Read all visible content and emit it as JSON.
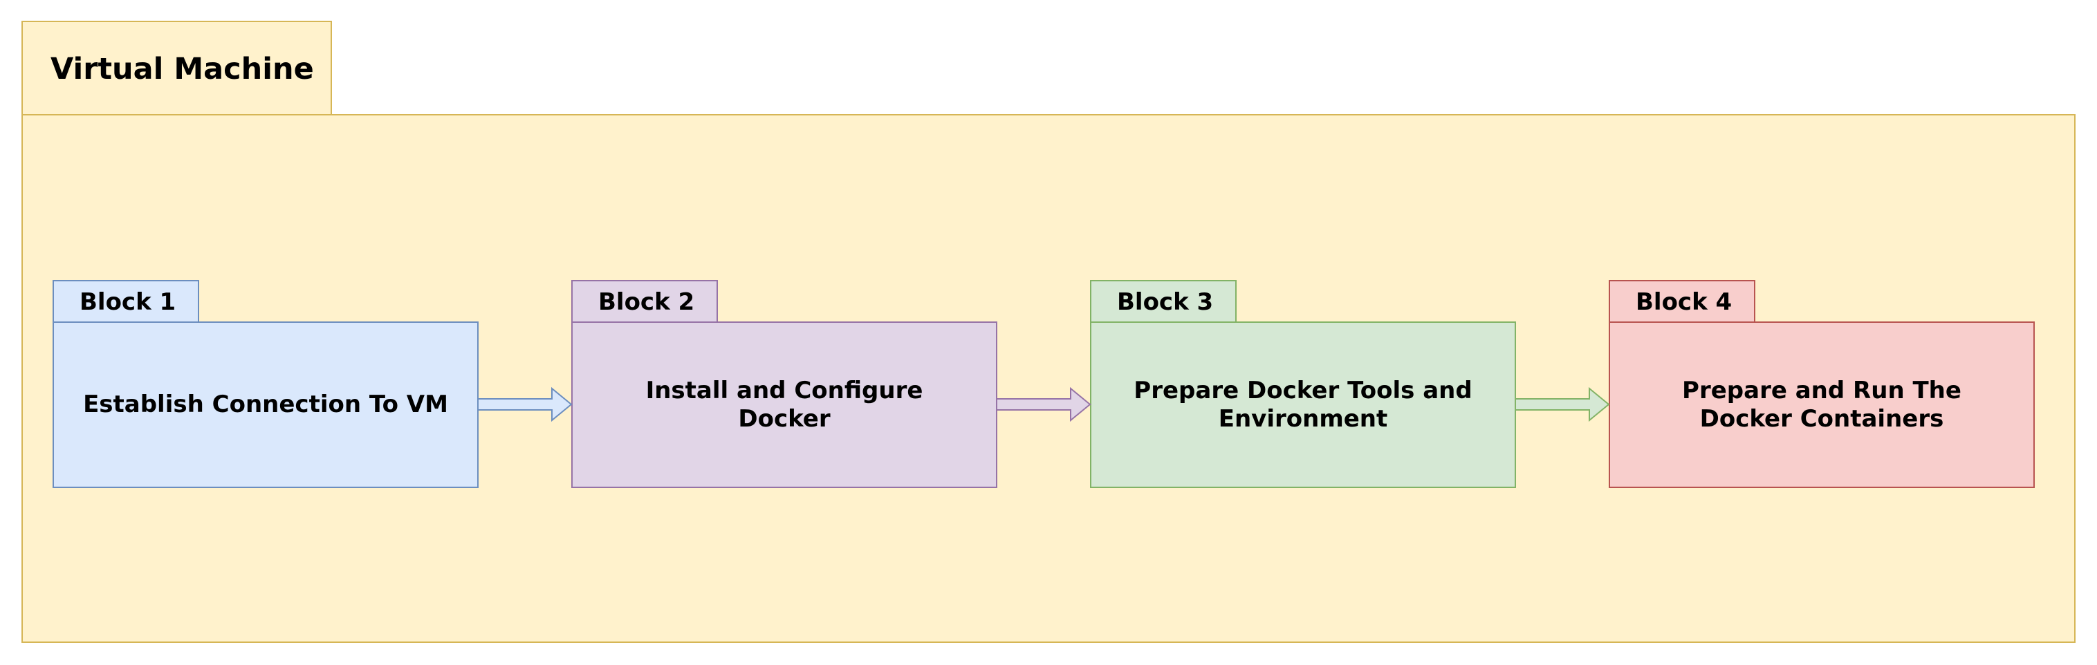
{
  "container": {
    "title": "Virtual Machine",
    "fill": "#fff2cc",
    "stroke": "#d6b656"
  },
  "blocks": [
    {
      "tab": "Block 1",
      "text": "Establish Connection To VM",
      "fill": "#dae8fc",
      "stroke": "#6c8ebf"
    },
    {
      "tab": "Block 2",
      "text": "Install and Configure Docker",
      "fill": "#e1d5e7",
      "stroke": "#9673a6"
    },
    {
      "tab": "Block 3",
      "text": "Prepare Docker Tools and Environment",
      "fill": "#d5e8d4",
      "stroke": "#82b366"
    },
    {
      "tab": "Block 4",
      "text": "Prepare and Run The Docker Containers",
      "fill": "#f8cecc",
      "stroke": "#b85450"
    }
  ]
}
